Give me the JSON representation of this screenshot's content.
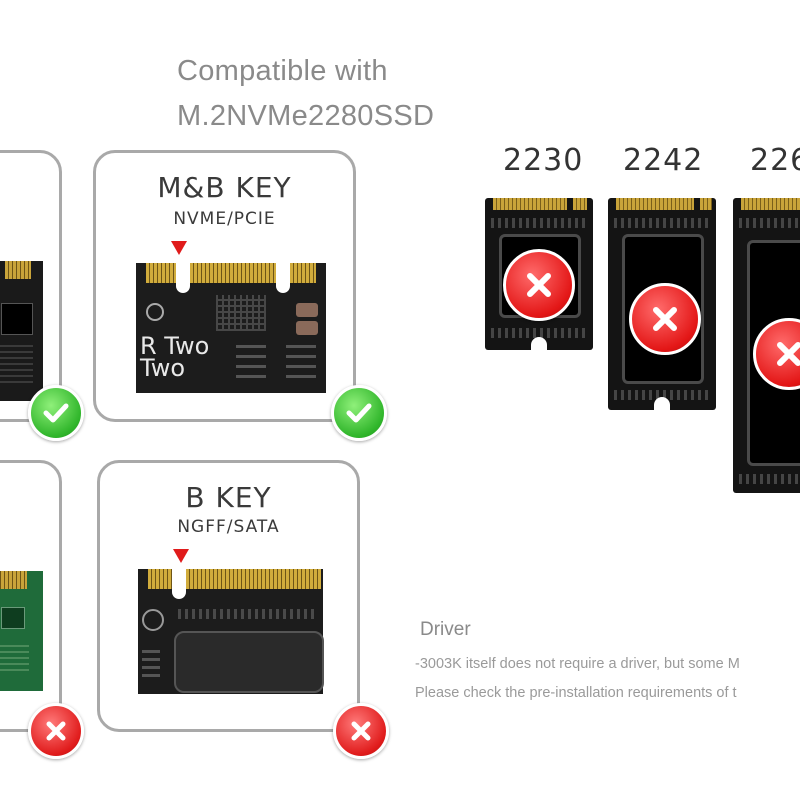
{
  "heading": {
    "line1": "Compatible with",
    "line2": "M.2NVMe2280SSD"
  },
  "cards": [
    {
      "id": "mb-key",
      "title": "M&B KEY",
      "subtitle": "NVME/PCIE",
      "silkscreen_1": "R Two",
      "silkscreen_2": "Two",
      "status": "compatible",
      "status_icon": "check-icon"
    },
    {
      "id": "b-key",
      "title": "B KEY",
      "subtitle": "NGFF/SATA",
      "status": "incompatible",
      "status_icon": "x-icon"
    },
    {
      "id": "left-top-partial",
      "status": "compatible",
      "status_icon": "check-icon"
    },
    {
      "id": "left-bottom-partial",
      "status": "incompatible",
      "status_icon": "x-icon"
    }
  ],
  "ssd_sizes": [
    {
      "label": "2230",
      "status": "incompatible"
    },
    {
      "label": "2242",
      "status": "incompatible"
    },
    {
      "label": "226",
      "status": "incompatible"
    }
  ],
  "driver": {
    "title": "Driver",
    "line1": "-3003K itself does not require a driver, but some M",
    "line2": "Please check the pre-installation requirements of t"
  },
  "colors": {
    "check_green": "#2fb52a",
    "cross_red": "#e01b1b",
    "card_border": "#a9a9a9",
    "gold_contacts": "#c9a43a",
    "pcb_black": "#141414",
    "pcb_green": "#1f6b3a"
  }
}
